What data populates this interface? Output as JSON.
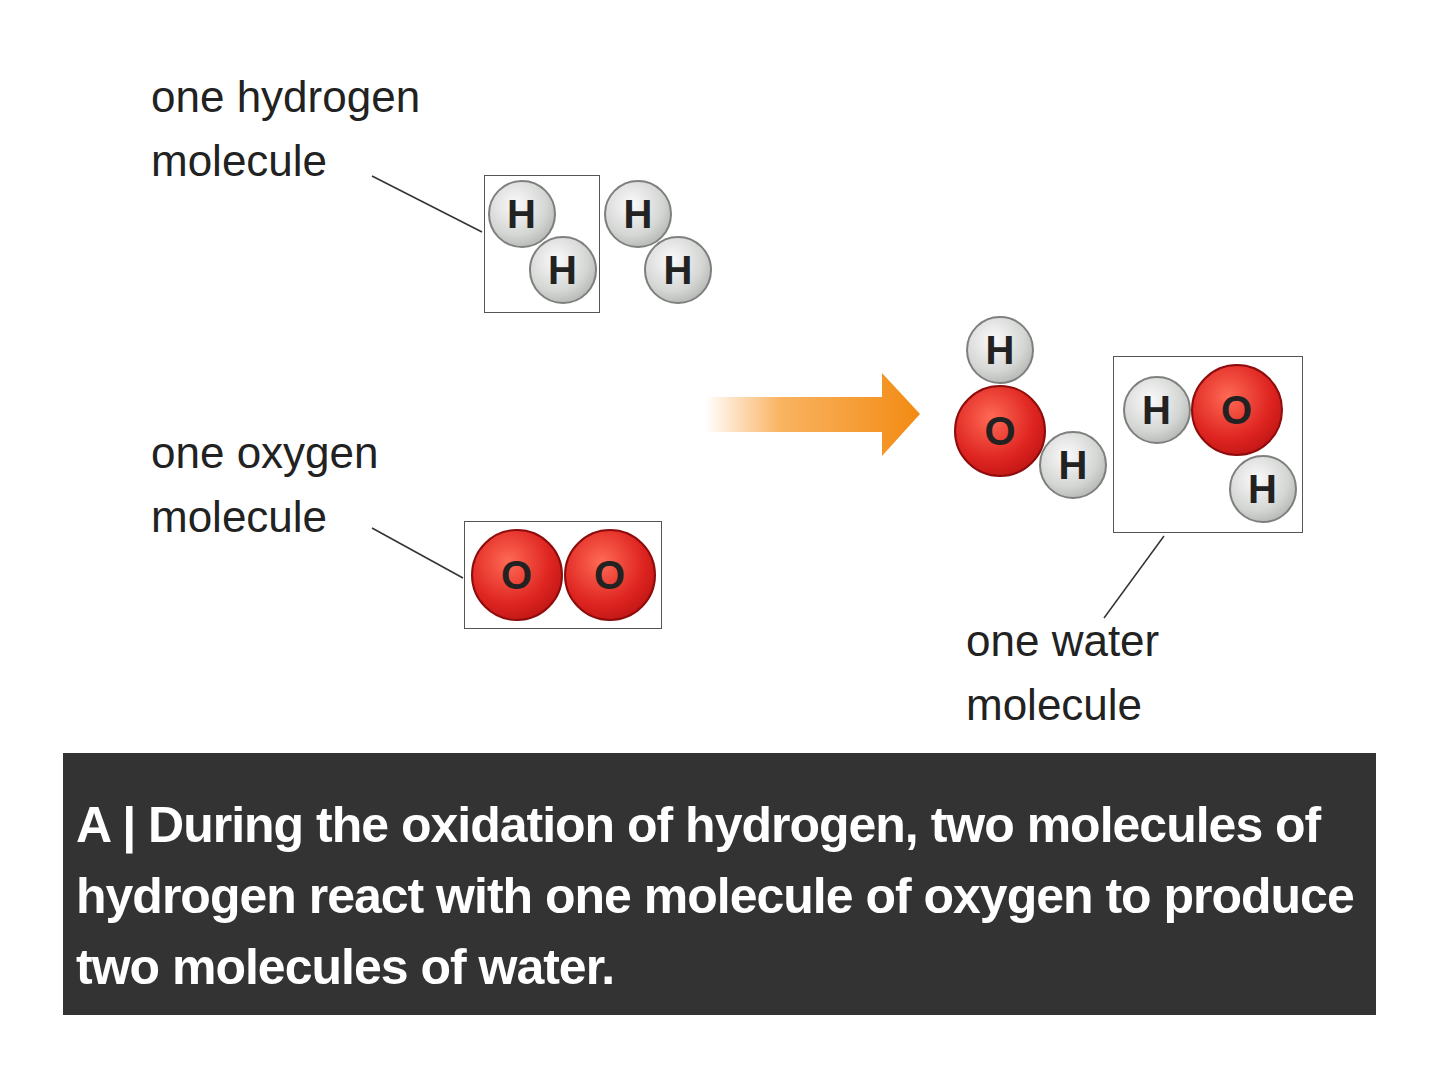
{
  "diagram": {
    "caption": "A | During the oxidation of hydrogen, two molecules of hydrogen react with one molecule of oxygen to produce two molecules of water.",
    "nodes": [
      {
        "text": [
          "one hydrogen molecule"
        ]
      },
      {
        "text": [
          "H"
        ],
        "in": 0
      },
      {
        "text": [
          "H"
        ],
        "in": 0
      },
      {
        "text": [
          "H"
        ]
      },
      {
        "text": [
          "H"
        ]
      },
      {
        "text": [
          "one oxygen molecule"
        ]
      },
      {
        "text": [
          "O"
        ],
        "in": 5
      },
      {
        "text": [
          "O"
        ],
        "in": 5
      },
      {
        "text": [
          "H"
        ]
      },
      {
        "text": [
          "O"
        ]
      },
      {
        "text": [
          "H"
        ]
      },
      {
        "text": [
          "one water molecule"
        ]
      },
      {
        "text": [
          "H"
        ],
        "in": 11
      },
      {
        "text": [
          "O"
        ],
        "in": 11
      },
      {
        "text": [
          "H"
        ],
        "in": 11
      }
    ]
  }
}
